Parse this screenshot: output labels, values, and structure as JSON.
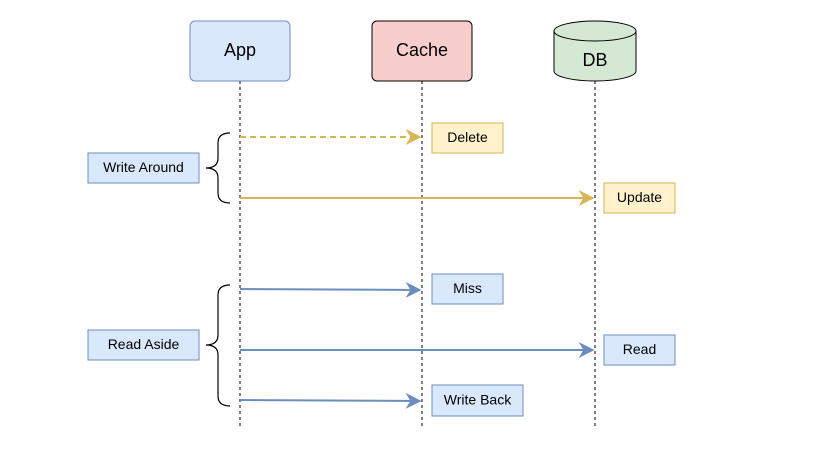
{
  "participants": {
    "app": {
      "label": "App",
      "fill": "#dae8fc",
      "stroke": "#6c8ebf"
    },
    "cache": {
      "label": "Cache",
      "fill": "#f8cecc",
      "stroke": "#000000"
    },
    "db": {
      "label": "DB",
      "fill": "#d5e8d4",
      "stroke": "#000000"
    }
  },
  "groups": {
    "write_around": {
      "label": "Write Around"
    },
    "read_aside": {
      "label": "Read Aside"
    }
  },
  "messages": {
    "delete": {
      "label": "Delete",
      "style": "dashed",
      "color": "#d6b656",
      "note_fill": "#fff2cc"
    },
    "update": {
      "label": "Update",
      "style": "solid",
      "color": "#d6b656",
      "note_fill": "#fff2cc"
    },
    "miss": {
      "label": "Miss",
      "style": "solid",
      "color": "#6c8ebf",
      "note_fill": "#dae8fc"
    },
    "read": {
      "label": "Read",
      "style": "solid",
      "color": "#6c8ebf",
      "note_fill": "#dae8fc"
    },
    "write_back": {
      "label": "Write Back",
      "style": "solid",
      "color": "#6c8ebf",
      "note_fill": "#dae8fc"
    }
  }
}
